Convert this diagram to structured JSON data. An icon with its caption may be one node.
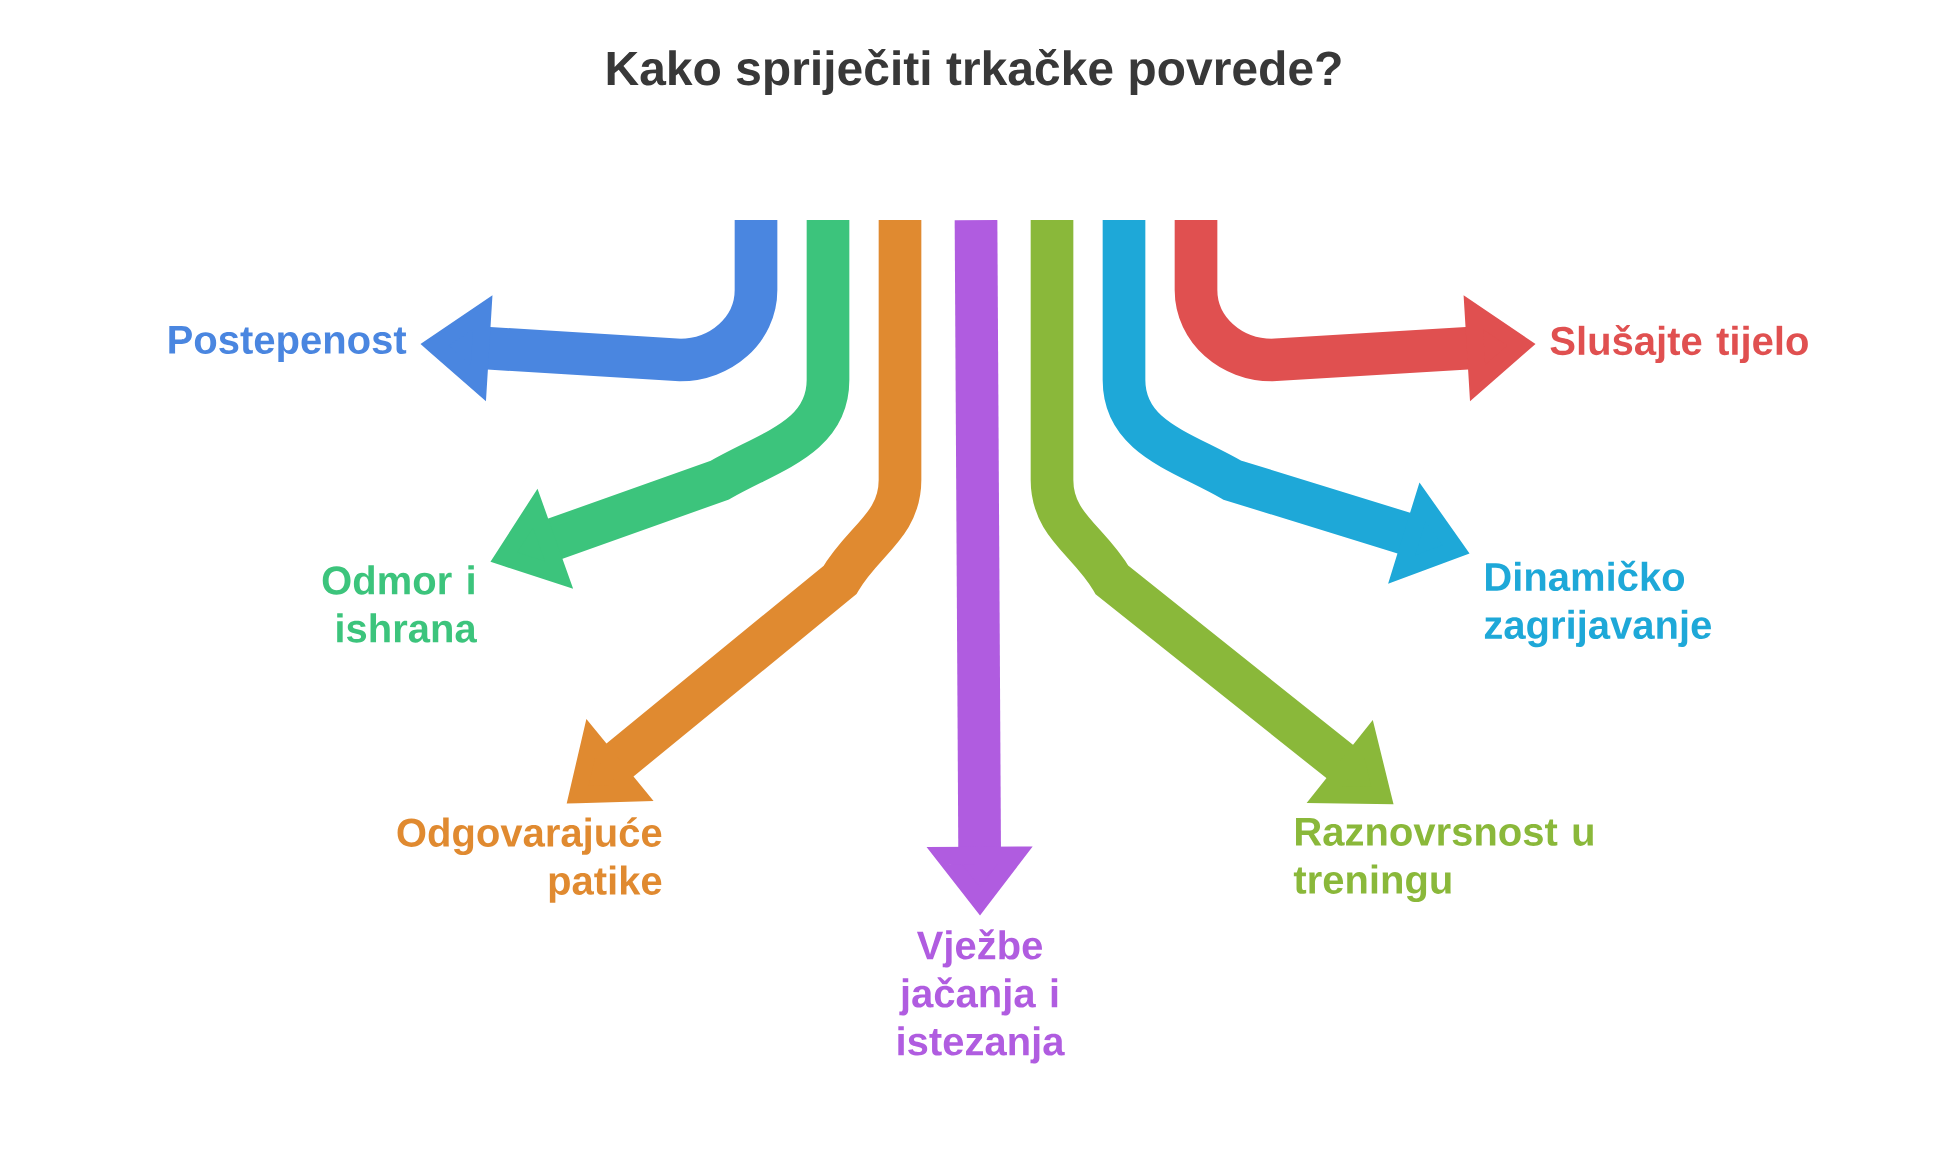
{
  "diagram": {
    "title": "Kako spriječiti trkačke povrede?",
    "nodes": [
      {
        "text": [
          "Postepenost"
        ]
      },
      {
        "text": [
          "Odmor i ishrana"
        ]
      },
      {
        "text": [
          "Odgovarajuće patike"
        ]
      },
      {
        "text": [
          "Vježbe jačanja i istezanja"
        ]
      },
      {
        "text": [
          "Raznovrsnost u treningu"
        ]
      },
      {
        "text": [
          "Dinamičko zagrijavanje"
        ]
      },
      {
        "text": [
          "Slušajte tijelo"
        ]
      }
    ],
    "edges": [
      {
        "from": null,
        "to": 0,
        "arrow": "to",
        "color": "#4a86e0"
      },
      {
        "from": null,
        "to": 1,
        "arrow": "to",
        "color": "#3cc47c"
      },
      {
        "from": null,
        "to": 2,
        "arrow": "to",
        "color": "#e08a30"
      },
      {
        "from": null,
        "to": 3,
        "arrow": "to",
        "color": "#b05ce0"
      },
      {
        "from": null,
        "to": 4,
        "arrow": "to",
        "color": "#8ab83a"
      },
      {
        "from": null,
        "to": 5,
        "arrow": "to",
        "color": "#1ea8d8"
      },
      {
        "from": null,
        "to": 6,
        "arrow": "to",
        "color": "#e05050"
      }
    ]
  }
}
